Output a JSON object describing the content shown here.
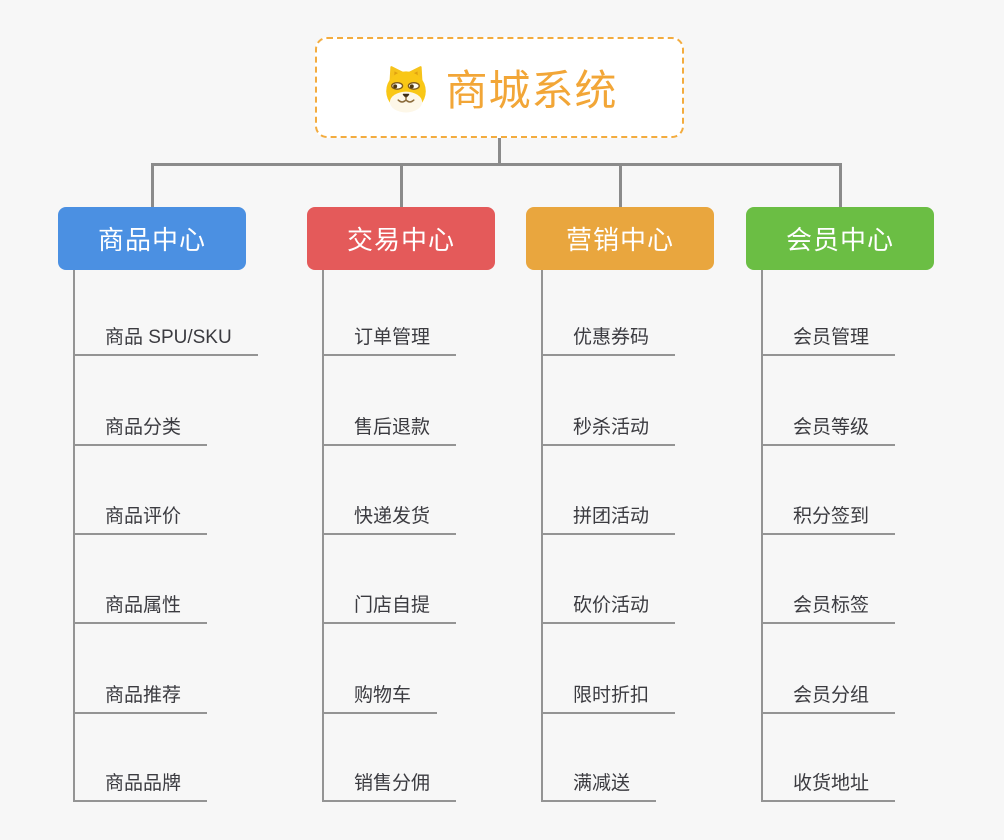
{
  "canvas": {
    "background_color": "#f7f7f7",
    "connector_color": "#8b8b8b"
  },
  "root": {
    "title": "商城系统",
    "icon": "dog-face-icon",
    "text_color": "#f2a637",
    "border_color": "#f3ac3f"
  },
  "branches": [
    {
      "id": "product-center",
      "label": "商品中心",
      "color": "#4b90e2",
      "children": [
        "商品 SPU/SKU",
        "商品分类",
        "商品评价",
        "商品属性",
        "商品推荐",
        "商品品牌"
      ]
    },
    {
      "id": "trade-center",
      "label": "交易中心",
      "color": "#e45a5a",
      "children": [
        "订单管理",
        "售后退款",
        "快递发货",
        "门店自提",
        "购物车",
        "销售分佣"
      ]
    },
    {
      "id": "marketing-center",
      "label": "营销中心",
      "color": "#e9a63e",
      "children": [
        "优惠券码",
        "秒杀活动",
        "拼团活动",
        "砍价活动",
        "限时折扣",
        "满减送"
      ]
    },
    {
      "id": "member-center",
      "label": "会员中心",
      "color": "#6bbe44",
      "children": [
        "会员管理",
        "会员等级",
        "积分签到",
        "会员标签",
        "会员分组",
        "收货地址"
      ]
    }
  ]
}
